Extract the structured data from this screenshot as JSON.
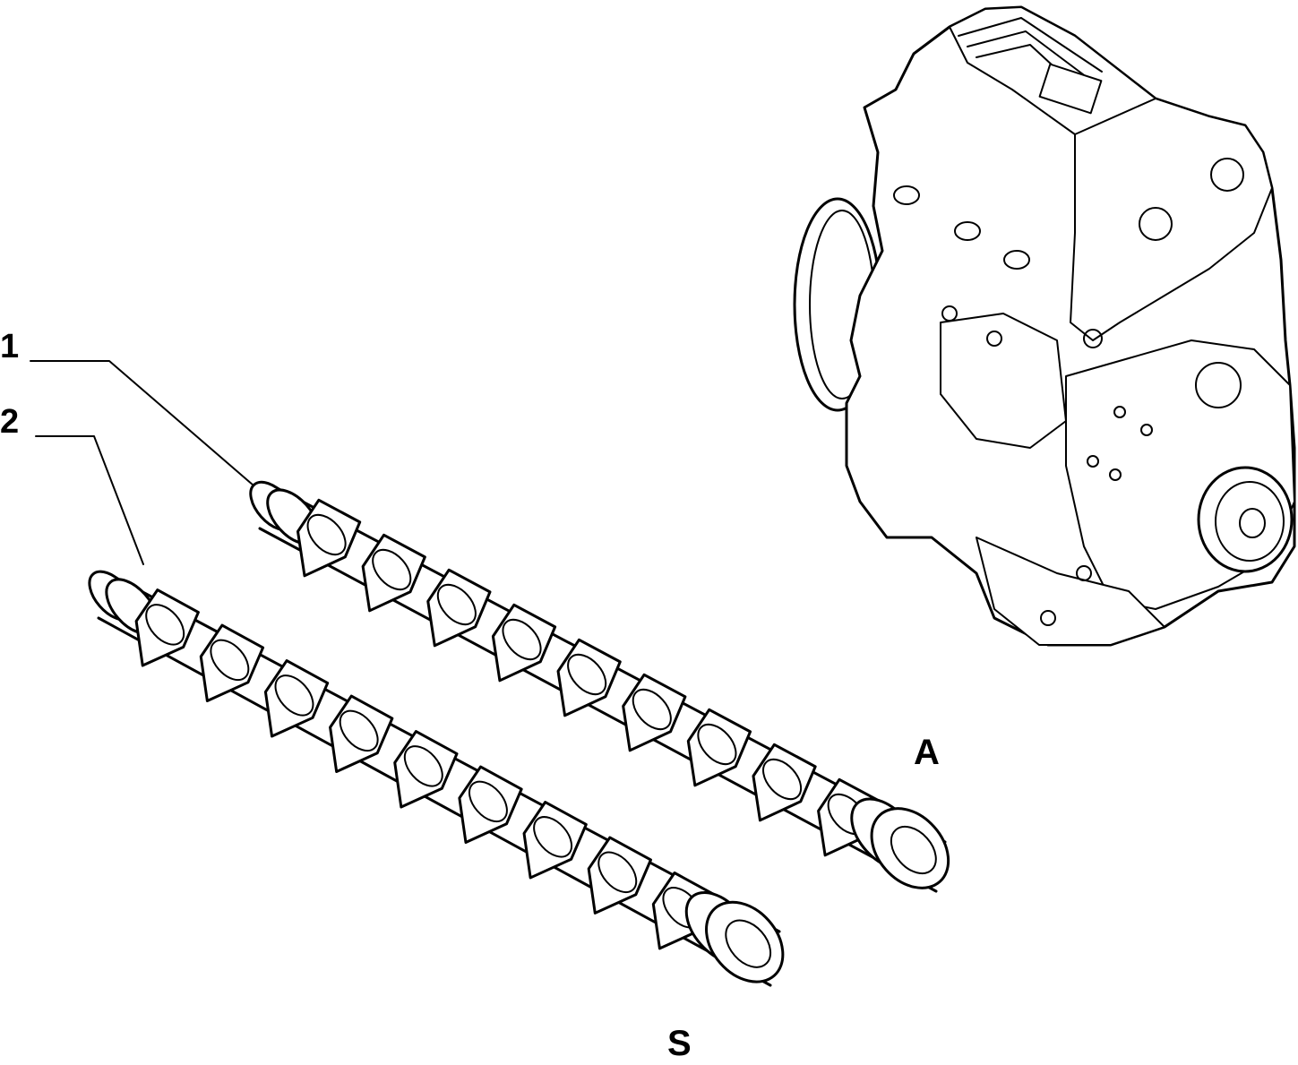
{
  "diagram": {
    "callouts": {
      "item_1": "1",
      "item_2": "2",
      "label_A": "A",
      "label_S": "S"
    },
    "parts": [
      {
        "ref": "item_1",
        "side": "label_A"
      },
      {
        "ref": "item_2",
        "side": "label_S"
      }
    ]
  }
}
